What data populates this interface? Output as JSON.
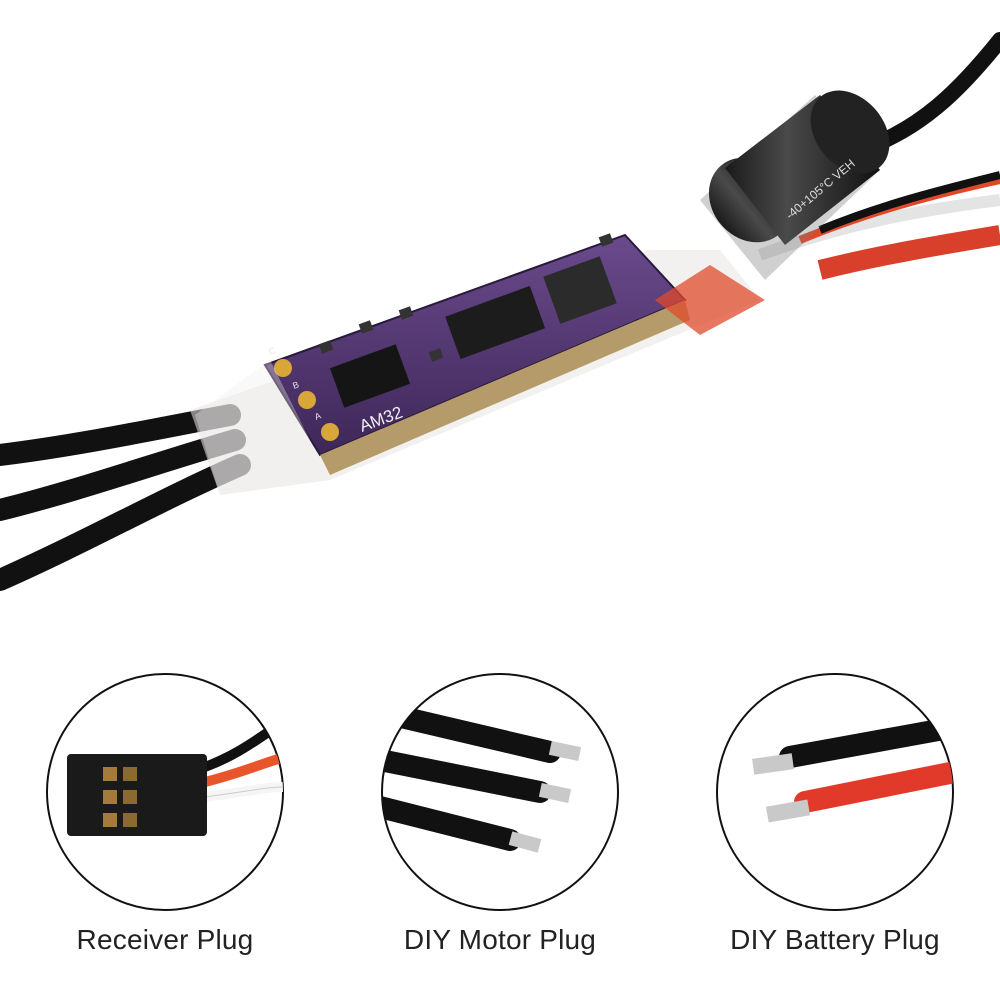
{
  "product": {
    "board_label": "AM32",
    "pad_labels": [
      "C",
      "B",
      "A"
    ],
    "capacitor_marking": "-40+105°C  VEH"
  },
  "details": [
    {
      "caption": "Receiver Plug"
    },
    {
      "caption": "DIY Motor Plug"
    },
    {
      "caption": "DIY Battery Plug"
    }
  ]
}
